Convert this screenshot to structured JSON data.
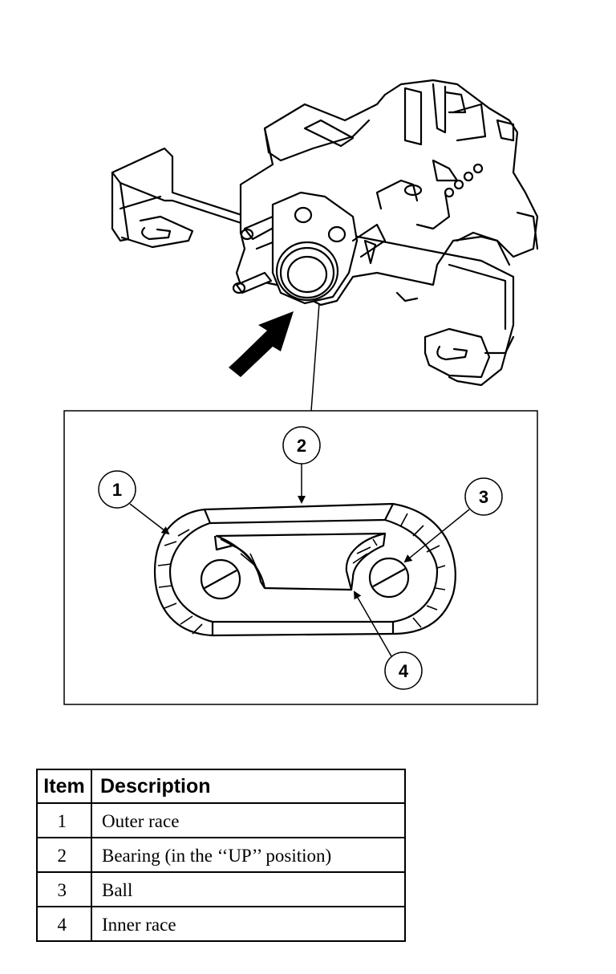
{
  "callouts": [
    "1",
    "2",
    "3",
    "4"
  ],
  "table": {
    "headers": {
      "item": "Item",
      "description": "Description"
    },
    "rows": [
      {
        "item": "1",
        "description": "Outer race"
      },
      {
        "item": "2",
        "description": "Bearing (in the ‘‘UP’’ position)"
      },
      {
        "item": "3",
        "description": "Ball"
      },
      {
        "item": "4",
        "description": "Inner race"
      }
    ]
  },
  "colors": {
    "line": "#000000",
    "background": "#ffffff"
  }
}
